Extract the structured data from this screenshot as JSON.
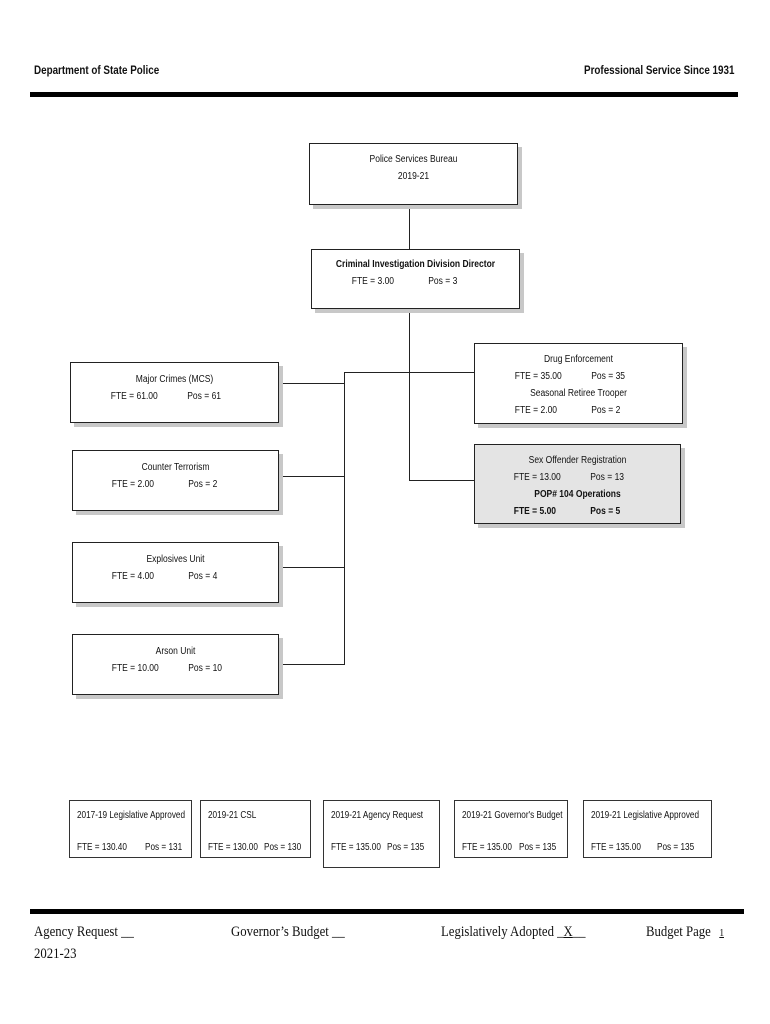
{
  "header": {
    "left": "Department of State Police",
    "right": "Professional Service Since 1931"
  },
  "org": {
    "root": {
      "title": "Police Services Bureau",
      "subtitle": "2019-21"
    },
    "director": {
      "title": "Criminal Investigation Division Director",
      "fte": "FTE = 3.00",
      "pos": "Pos = 3"
    },
    "left_units": [
      {
        "title": "Major Crimes (MCS)",
        "fte": "FTE = 61.00",
        "pos": "Pos = 61"
      },
      {
        "title": "Counter Terrorism",
        "fte": "FTE = 2.00",
        "pos": "Pos = 2"
      },
      {
        "title": "Explosives Unit",
        "fte": "FTE = 4.00",
        "pos": "Pos = 4"
      },
      {
        "title": "Arson Unit",
        "fte": "FTE = 10.00",
        "pos": "Pos = 10"
      }
    ],
    "drug": {
      "title": "Drug Enforcement",
      "fte": "FTE = 35.00",
      "pos": "Pos = 35",
      "sub_title": "Seasonal Retiree Trooper",
      "sub_fte": "FTE = 2.00",
      "sub_pos": "Pos = 2"
    },
    "sex_offender": {
      "title": "Sex Offender Registration",
      "fte": "FTE = 13.00",
      "pos": "Pos = 13",
      "sub_title": "POP# 104 Operations",
      "sub_fte": "FTE = 5.00",
      "sub_pos": "Pos = 5"
    }
  },
  "summary": [
    {
      "title": "2017-19 Legislative Approved",
      "fte": "FTE = 130.40",
      "pos": "Pos = 131"
    },
    {
      "title": "2019-21 CSL",
      "fte": "FTE = 130.00",
      "pos": "Pos = 130"
    },
    {
      "title": "2019-21 Agency Request",
      "fte": "FTE = 135.00",
      "pos": "Pos = 135"
    },
    {
      "title": "2019-21 Governor's Budget",
      "fte": "FTE = 135.00",
      "pos": "Pos = 135"
    },
    {
      "title": "2019-21 Legislative Approved",
      "fte": "FTE = 135.00",
      "pos": "Pos = 135"
    }
  ],
  "footer": {
    "agency_request": "Agency Request __",
    "biennium": "2021-23",
    "governors_budget": "Governor’s Budget __",
    "leg_adopted_label": "Legislatively Adopted _",
    "leg_adopted_mark": "X",
    "leg_adopted_tail": "__",
    "budget_page_label": "Budget Page",
    "budget_page_num": "1"
  }
}
